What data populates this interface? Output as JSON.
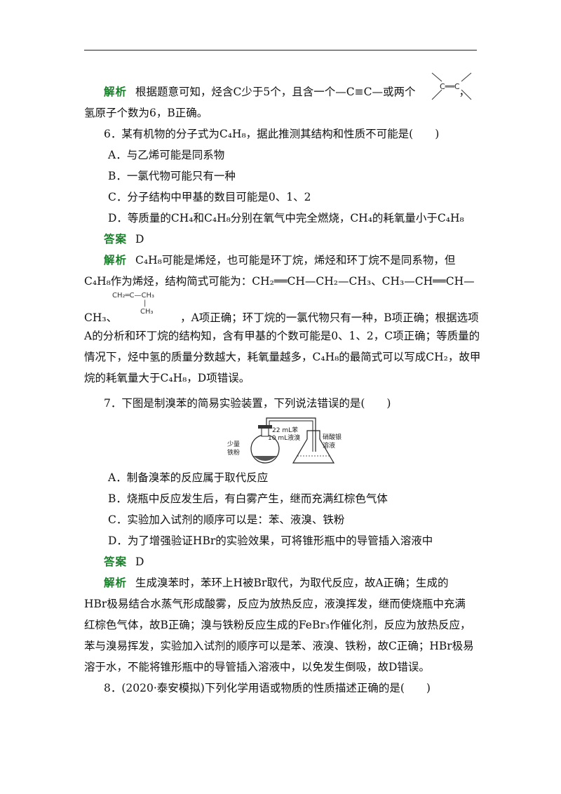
{
  "p1": {
    "tag": "解析",
    "l1": "根据题意可知，烃含C少于5个，且含一个—C≡C—或两个",
    "l1_end": "，",
    "l2": "氢原子个数为6，B正确。",
    "cc": "C══C"
  },
  "q6": {
    "stem": "6．某有机物的分子式为C₄H₈，据此推测其结构和性质不可能是(　　)",
    "a": "A．与乙烯可能是同系物",
    "b": "B．一氯代物可能只有一种",
    "c": "C．分子结构中甲基的数目可能是0、1、2",
    "d": "D．等质量的CH₄和C₄H₈分别在氧气中完全燃烧，CH₄的耗氧量小于C₄H₈",
    "ans_tag": "答案",
    "ans": "D",
    "exp_tag": "解析",
    "e1": "C₄H₈可能是烯烃，也可能是环丁烷，烯烃和环丁烷不是同系物，但",
    "e2": "C₄H₈作为烯烃，结构简式可能为：CH₂══CH—CH₂—CH₃、CH₃—CH══CH—",
    "e3a": "CH₃、",
    "e3b": "，A项正确；环丁烷的一氯代物只有一种，B项正确；根据选项",
    "e4": "A的分析和环丁烷的结构知，含有甲基的个数可能是0、1、2，C项正确；等质量的",
    "e5": "情况下，烃中氢的质量分数越大，耗氧量越多，C₄H₈的最简式可以写成CH₂，故甲",
    "e6": "烷的耗氧量大于C₄H₈，D项错误。",
    "s_top": "CH₂═C—CH₃",
    "s_bar": "|",
    "s_bot": "CH₃"
  },
  "q7": {
    "stem": "7．下图是制溴苯的简易实验装置，下列说法错误的是(　　)",
    "fig": {
      "l1": "22 mL苯",
      "l2": "10 mL液溴",
      "l3": "少量",
      "l4": "铁粉",
      "l5": "硝酸银",
      "l6": "溶液"
    },
    "a": "A．制备溴苯的反应属于取代反应",
    "b": "B．烧瓶中反应发生后，有白雾产生，继而充满红棕色气体",
    "c": "C．实验加入试剂的顺序可以是：苯、液溴、铁粉",
    "d": "D．为了增强验证HBr的实验效果，可将锥形瓶中的导管插入溶液中",
    "ans_tag": "答案",
    "ans": "D",
    "exp_tag": "解析",
    "e1": "生成溴苯时，苯环上H被Br取代，为取代反应，故A正确；生成的",
    "e2": "HBr极易结合水蒸气形成酸雾，反应为放热反应，液溴挥发，继而使烧瓶中充满",
    "e3": "红棕色气体，故B正确；溴与铁粉反应生成的FeBr₃作催化剂，反应为放热反应，",
    "e4": "苯与溴易挥发，实验加入试剂的顺序可以是苯、液溴、铁粉，故C正确；HBr极易",
    "e5": "溶于水，不能将锥形瓶中的导管插入溶液中，以免发生倒吸，故D错误。"
  },
  "q8": {
    "stem": "8．(2020·泰安模拟)下列化学用语或物质的性质描述正确的是(　　)"
  }
}
